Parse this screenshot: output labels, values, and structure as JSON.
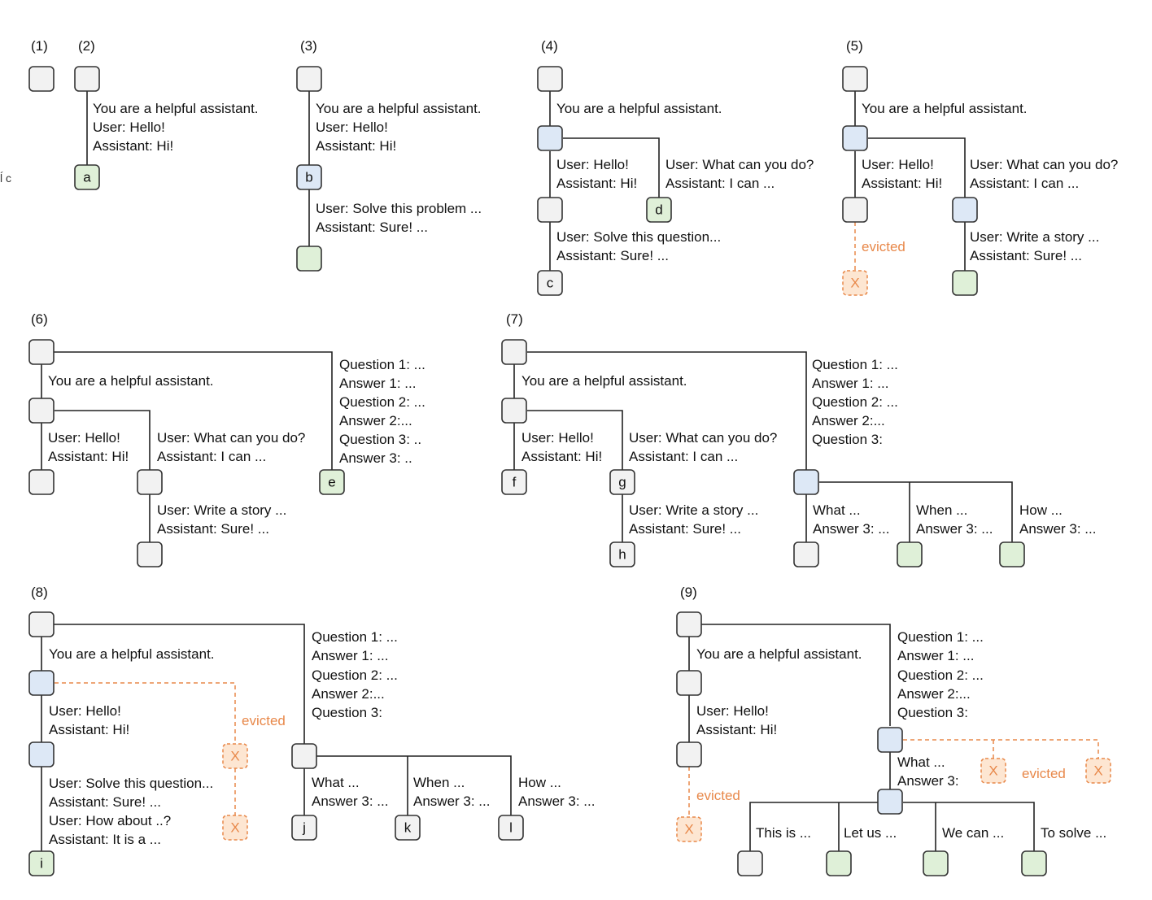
{
  "colors": {
    "default_node": "#f2f2f2",
    "shared_node": "#dde8f6",
    "new_node": "#dff0d8",
    "evicted": "#e8884a"
  },
  "panel_labels": [
    "(1)",
    "(2)",
    "(3)",
    "(4)",
    "(5)",
    "(6)",
    "(7)",
    "(8)",
    "(9)"
  ],
  "labels": {
    "system_prompt": "You are a helpful assistant.",
    "user_hello": "User: Hello!",
    "assistant_hi": "Assistant: Hi!",
    "user_solve_problem": "User: Solve this problem ...",
    "user_solve_question": "User: Solve this question...",
    "assistant_sure": "Assistant: Sure! ...",
    "user_what_can": "User: What can you do?",
    "assistant_i_can": "Assistant: I can ...",
    "user_write_story": "User: Write a story ...",
    "q1": "Question 1: ...",
    "a1": "Answer 1: ...",
    "q2": "Question 2: ...",
    "a2": "Answer 2:...",
    "q3_dots": "Question 3: ..",
    "a3_dots": "Answer 3: ..",
    "q3": "Question 3:",
    "what": "What ...",
    "when": "When ...",
    "how": "How ...",
    "answer3_dots": "Answer 3: ...",
    "answer3": "Answer 3:",
    "user_how_about": "User: How about ..?",
    "assistant_it_is": "Assistant: It is a ...",
    "this_is": "This is ...",
    "let_us": "Let us ...",
    "we_can": "We can ...",
    "to_solve": "To solve ...",
    "evicted": "evicted",
    "x_mark": "X"
  },
  "node_letters": {
    "a": "a",
    "b": "b",
    "c": "c",
    "d": "d",
    "e": "e",
    "f": "f",
    "g": "g",
    "h": "h",
    "i": "i",
    "j": "j",
    "k": "k",
    "l": "l"
  }
}
